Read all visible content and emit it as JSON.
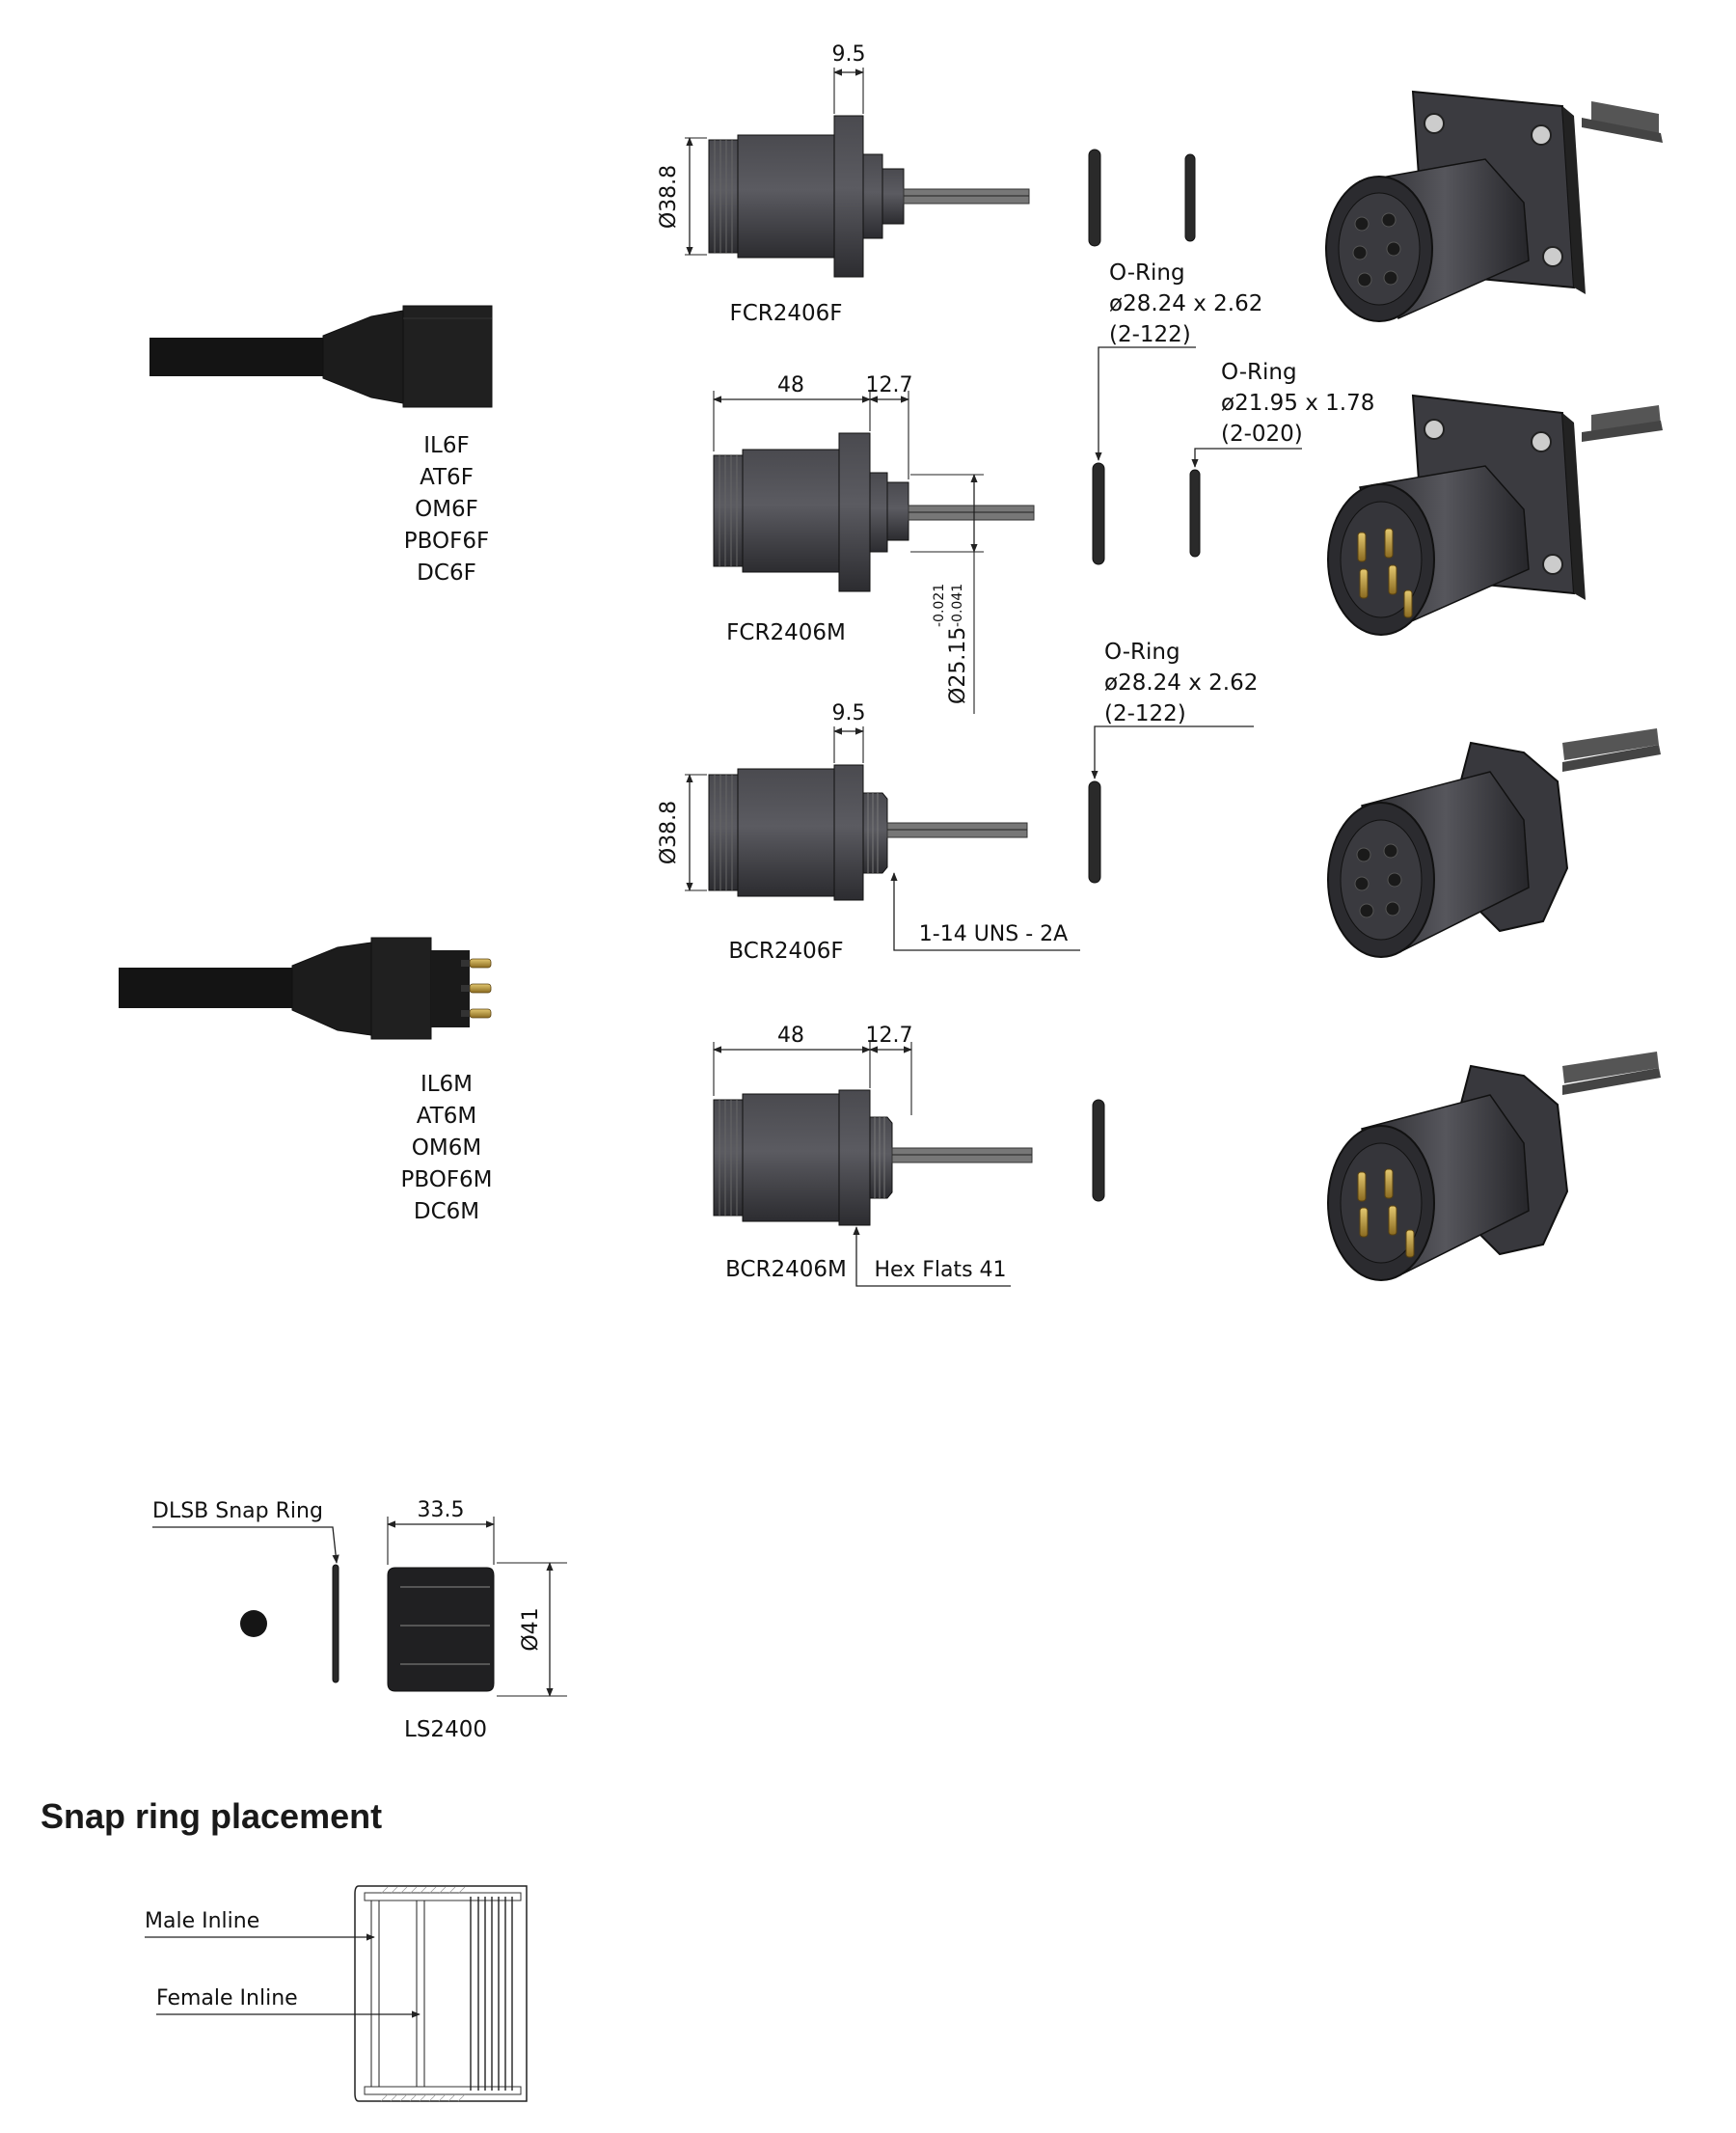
{
  "inline_female": {
    "labels": [
      "IL6F",
      "AT6F",
      "OM6F",
      "PBOF6F",
      "DC6F"
    ]
  },
  "inline_male": {
    "labels": [
      "IL6M",
      "AT6M",
      "OM6M",
      "PBOF6M",
      "DC6M"
    ]
  },
  "fcr2406f": {
    "name": "FCR2406F",
    "dim_flange": "9.5",
    "dim_diameter": "Ø38.8"
  },
  "fcr2406m": {
    "name": "FCR2406M",
    "dim_length": "48",
    "dim_tail": "12.7",
    "dim_diameter": "Ø25.15",
    "tol_upper": "-0.021",
    "tol_lower": "-0.041"
  },
  "bcr2406f": {
    "name": "BCR2406F",
    "dim_hex": "9.5",
    "dim_diameter": "Ø38.8",
    "thread": "1-14 UNS - 2A"
  },
  "bcr2406m": {
    "name": "BCR2406M",
    "dim_length": "48",
    "dim_tail": "12.7",
    "hex_flats": "Hex Flats 41"
  },
  "orings": [
    {
      "title": "O-Ring",
      "size": "ø28.24 x 2.62",
      "code": "(2-122)"
    },
    {
      "title": "O-Ring",
      "size": "ø21.95 x 1.78",
      "code": "(2-020)"
    },
    {
      "title": "O-Ring",
      "size": "ø28.24 x 2.62",
      "code": "(2-122)"
    }
  ],
  "locking_sleeve": {
    "snap_ring_label": "DLSB Snap Ring",
    "dim_length": "33.5",
    "dim_diameter": "Ø41",
    "name": "LS2400"
  },
  "snap_ring_placement": {
    "heading": "Snap ring placement",
    "male_label": "Male Inline",
    "female_label": "Female Inline"
  },
  "colors": {
    "part_fill": "#3a3a3e",
    "part_dark": "#1f1f22",
    "cable": "#141414",
    "pin_gold": "#b8963a",
    "line": "#222222"
  }
}
